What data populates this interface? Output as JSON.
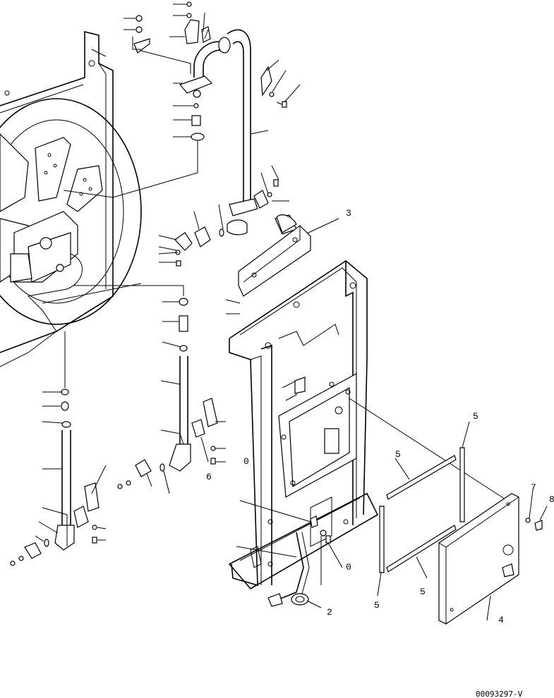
{
  "diagram": {
    "drawing_code": "00093297-V",
    "callouts": {
      "panel_frame": "3",
      "seal_strip_a": "5",
      "seal_strip_b": "5",
      "seal_strip_c": "5",
      "seal_strip_d": "5",
      "cover_plate": "4",
      "bolt_right": "8",
      "washer_right": "7",
      "grommet": "2",
      "hose_clip_a": "0",
      "hose_clip_b": "0",
      "bracket_mid": "6"
    }
  }
}
